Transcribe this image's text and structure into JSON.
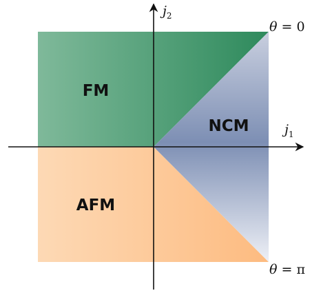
{
  "regions": {
    "fm": {
      "label": "FM",
      "color_light": "#7fb99a",
      "color_dark": "#2e8a5c"
    },
    "afm": {
      "label": "AFM",
      "color_light": "#fdd9b5",
      "color_dark": "#fdbb80"
    },
    "ncm": {
      "label": "NCM",
      "color_top": "#c9cfdf",
      "color_mid": "#7d8fb4",
      "color_bottom": "#eef0f6"
    }
  },
  "axes": {
    "x_symbol": "j",
    "x_subscript": "1",
    "y_symbol": "j",
    "y_subscript": "2"
  },
  "annotations": {
    "top": {
      "symbol": "θ",
      "equals": " = ",
      "value": "0"
    },
    "bottom": {
      "symbol": "θ",
      "equals": " = ",
      "value": "π"
    }
  }
}
